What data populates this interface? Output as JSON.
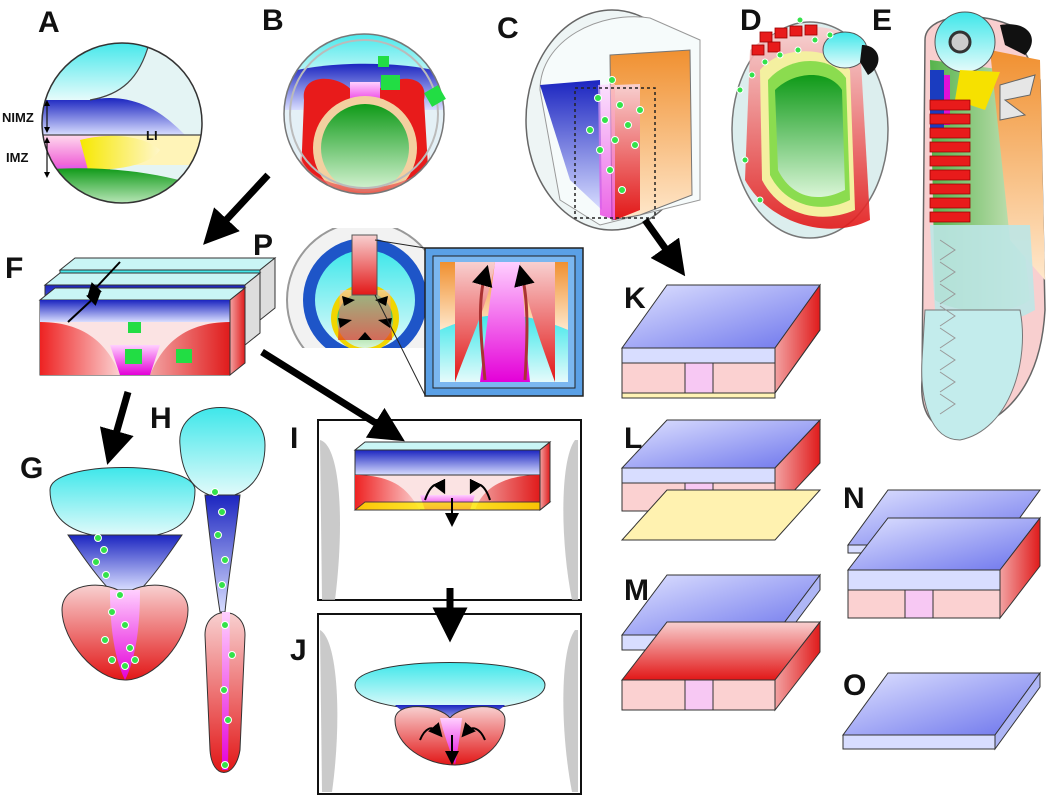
{
  "panels": {
    "A": "A",
    "B": "B",
    "C": "C",
    "D": "D",
    "E": "E",
    "F": "F",
    "G": "G",
    "H": "H",
    "I": "I",
    "J": "J",
    "K": "K",
    "L": "L",
    "M": "M",
    "N": "N",
    "O": "O",
    "P": "P"
  },
  "labels": {
    "nimz": "NIMZ",
    "imz": "IMZ",
    "li": "LI"
  },
  "colors": {
    "ectoderm_light": "#b7f3f3",
    "ectoderm_blue": "#2431c9",
    "mesoderm_red": "#e51f22",
    "mesoderm_pink": "#f8c3c3",
    "endoderm_green": "#29b326",
    "endoderm_yellow": "#f2e34a",
    "notochord_magenta": "#e010d8",
    "cell_green": "#33e24a",
    "background": "#ffffff",
    "arrow": "#000000"
  }
}
